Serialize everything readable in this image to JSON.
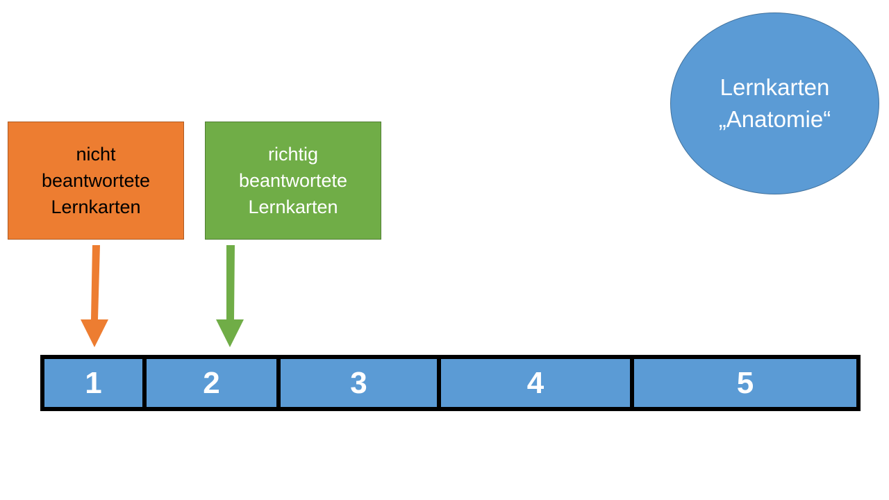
{
  "boxes": {
    "unanswered": {
      "line1": "nicht",
      "line2": "beantwortete",
      "line3": "Lernkarten",
      "color": "#ed7d31"
    },
    "correct": {
      "line1": "richtig",
      "line2": "beantwortete",
      "line3": "Lernkarten",
      "color": "#70ad47"
    }
  },
  "deck": {
    "line1": "Lernkarten",
    "line2": "„Anatomie“",
    "color": "#5b9bd5"
  },
  "compartments": {
    "c1": "1",
    "c2": "2",
    "c3": "3",
    "c4": "4",
    "c5": "5",
    "fill_color": "#5b9bd5",
    "border_color": "#000000"
  }
}
